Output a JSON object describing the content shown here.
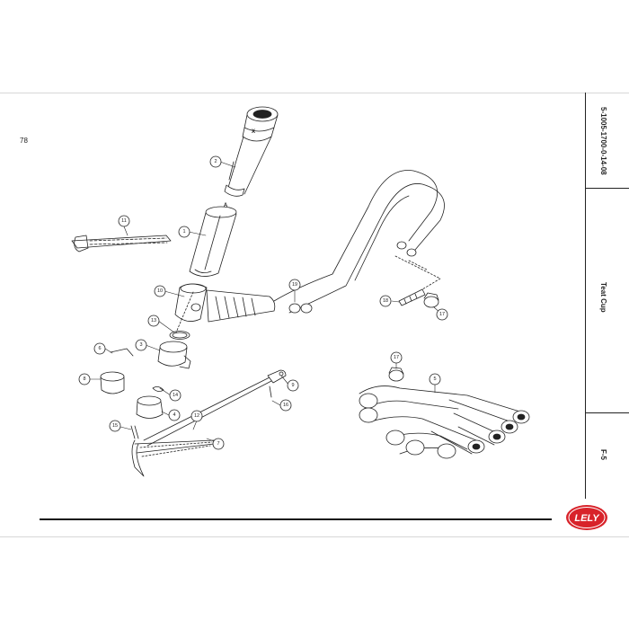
{
  "page": {
    "number": "78",
    "document_code": "5-1005-1700-0-14-08",
    "section_title": "Teat Cup",
    "page_reference": "F-5"
  },
  "logo": {
    "text": "LELY",
    "color": "#d8232a"
  },
  "drawing": {
    "callouts": [
      "1",
      "2",
      "3",
      "4",
      "5",
      "6",
      "7",
      "8",
      "9",
      "10",
      "11",
      "12",
      "13",
      "14",
      "15",
      "16",
      "17",
      "17",
      "18",
      "19"
    ],
    "part_markers": [
      "X",
      "A"
    ]
  }
}
